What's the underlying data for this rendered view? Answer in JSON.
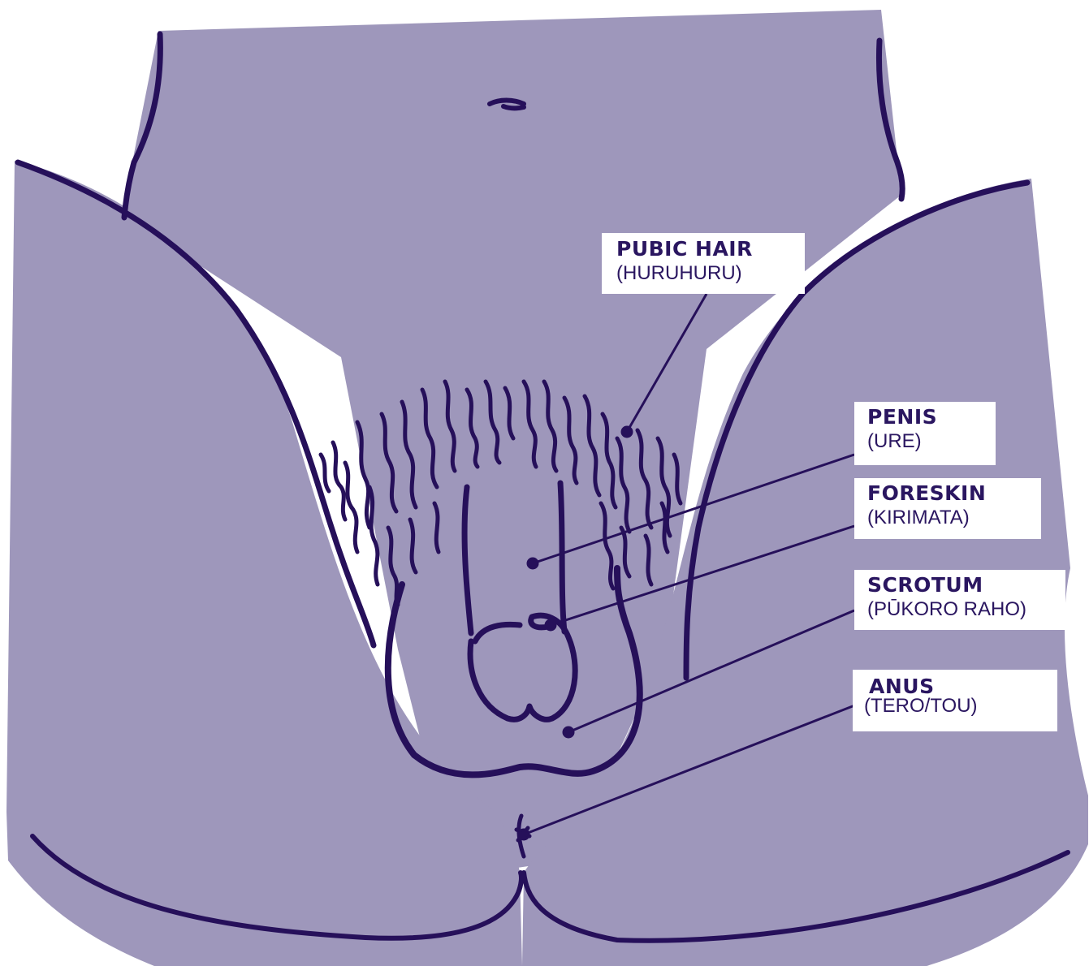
{
  "colors": {
    "skin": "#9e97bb",
    "outline": "#26105a",
    "label_text": "#2a1660",
    "label_bg": "#ffffff"
  },
  "labels": {
    "pubic_hair": {
      "title": "PUBIC HAIR",
      "subtitle": "(HURUHURU)"
    },
    "penis": {
      "title": "PENIS",
      "subtitle": "(URE)"
    },
    "foreskin": {
      "title": "FORESKIN",
      "subtitle": "(KIRIMATA)"
    },
    "scrotum": {
      "title": "SCROTUM",
      "subtitle": "(PŪKORO RAHO)"
    },
    "anus": {
      "title": "ANUS",
      "subtitle": "(TERO/TOU)"
    }
  }
}
